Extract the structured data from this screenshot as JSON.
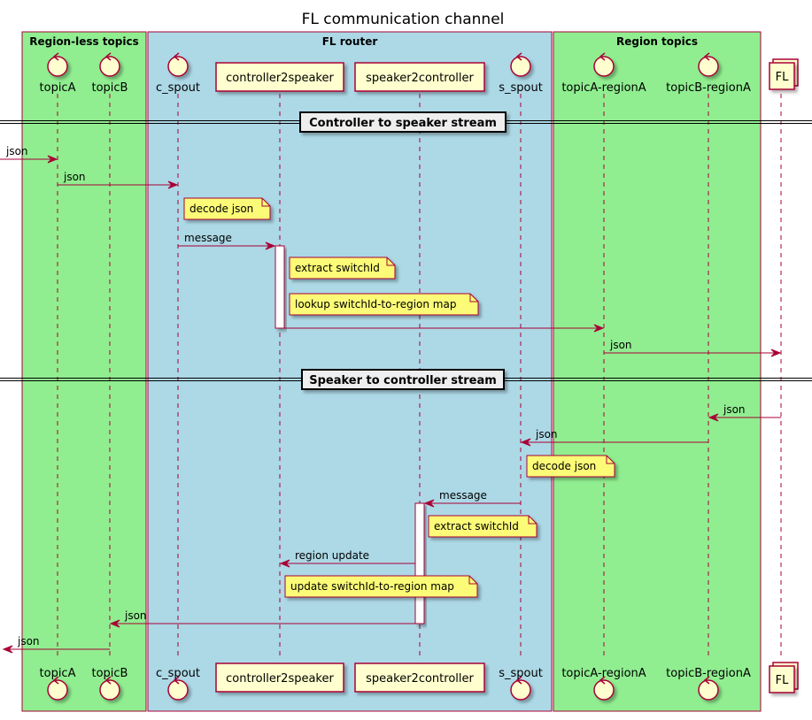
{
  "title": "FL communication channel",
  "colors": {
    "region_box": "#90ee90",
    "router_box": "#add8e6",
    "box_border": "#a80036",
    "participant_fill": "#fefece",
    "arrow": "#a80036",
    "note_fill": "#fbfb77",
    "divider_fill": "#eeeeee"
  },
  "boxes": [
    {
      "id": "regionless",
      "title": "Region-less topics"
    },
    {
      "id": "router",
      "title": "FL router"
    },
    {
      "id": "region",
      "title": "Region topics"
    }
  ],
  "participants": [
    {
      "id": "topicA",
      "label": "topicA",
      "kind": "control-icon"
    },
    {
      "id": "topicB",
      "label": "topicB",
      "kind": "control-icon"
    },
    {
      "id": "c_spout",
      "label": "c_spout",
      "kind": "control-icon"
    },
    {
      "id": "controller2speaker",
      "label": "controller2speaker",
      "kind": "rectangle"
    },
    {
      "id": "speaker2controller",
      "label": "speaker2controller",
      "kind": "rectangle"
    },
    {
      "id": "s_spout",
      "label": "s_spout",
      "kind": "control-icon"
    },
    {
      "id": "topicA_regionA",
      "label": "topicA-regionA",
      "kind": "control-icon"
    },
    {
      "id": "topicB_regionA",
      "label": "topicB-regionA",
      "kind": "control-icon"
    },
    {
      "id": "FL",
      "label": "FL",
      "kind": "collection-icon"
    }
  ],
  "dividers": [
    "Controller to speaker stream",
    "Speaker to controller stream"
  ],
  "messages": [
    {
      "from": "(left-edge)",
      "to": "topicA",
      "label": "json"
    },
    {
      "from": "topicA",
      "to": "c_spout",
      "label": "json"
    },
    {
      "from": "c_spout",
      "to": "controller2speaker",
      "label": "message"
    },
    {
      "from": "controller2speaker",
      "to": "topicA_regionA",
      "label": ""
    },
    {
      "from": "topicA_regionA",
      "to": "FL",
      "label": "json"
    },
    {
      "from": "FL",
      "to": "topicB_regionA",
      "label": "json"
    },
    {
      "from": "topicB_regionA",
      "to": "s_spout",
      "label": "json"
    },
    {
      "from": "s_spout",
      "to": "speaker2controller",
      "label": "message"
    },
    {
      "from": "speaker2controller",
      "to": "controller2speaker",
      "label": "region update"
    },
    {
      "from": "speaker2controller",
      "to": "topicB",
      "label": "json"
    },
    {
      "from": "topicB",
      "to": "(left-edge)",
      "label": "json"
    }
  ],
  "notes": [
    {
      "over": "c_spout",
      "text": "decode json"
    },
    {
      "over": "controller2speaker",
      "text": "extract switchId"
    },
    {
      "over": "controller2speaker",
      "text": "lookup switchId-to-region map"
    },
    {
      "over": "s_spout",
      "text": "decode json"
    },
    {
      "over": "speaker2controller",
      "text": "extract switchId"
    },
    {
      "over": "controller2speaker",
      "text": "update switchId-to-region map"
    }
  ]
}
